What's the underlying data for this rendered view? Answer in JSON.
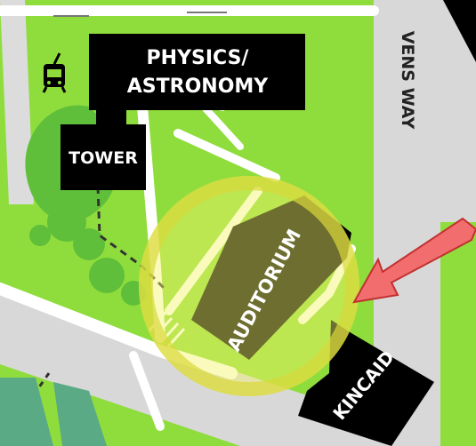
{
  "map": {
    "colors": {
      "grass": "#8fdd3c",
      "park": "#5fbf3a",
      "road": "#dcdcdc",
      "path": "#ffffff",
      "building": "#000000",
      "teal_area": "#5aaa86",
      "highlight": "#f4f46a",
      "arrow": "#f26d6d"
    },
    "labels": {
      "physics": [
        "PHYSICS/",
        "ASTRONOMY"
      ],
      "tower": "TOWER",
      "auditorium": "AUDITORIUM",
      "kincaid": "KINCAID",
      "road": "VENS WAY"
    },
    "icons": {
      "transit": "train-icon",
      "pointer": "arrow-icon",
      "highlight": "highlight-circle"
    }
  }
}
